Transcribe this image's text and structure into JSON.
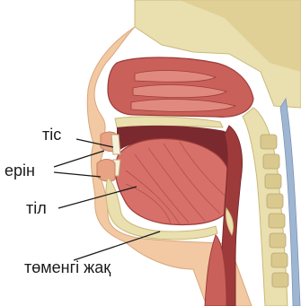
{
  "labels": {
    "teeth": "тіс",
    "lips": "ерін",
    "tongue": "тіл",
    "lower_jaw": "төменгі жақ"
  },
  "colors": {
    "skin": "#f2c9a2",
    "skin_shadow": "#e2ac82",
    "muscle": "#c9615a",
    "muscle_dark": "#9e3b3a",
    "cavity": "#7a2a2e",
    "bone": "#eadfae",
    "bone_dark": "#c9b97a",
    "spine_blue": "#9fb6d2",
    "leader_line": "#1a1a1a"
  }
}
